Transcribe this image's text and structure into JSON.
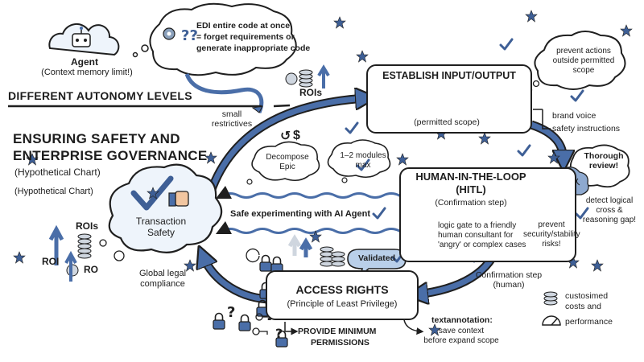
{
  "agent": {
    "label": "Agent",
    "memory_note": "(Context memory limit!)",
    "thought_line1": "EDI entire code at once",
    "thought_line2": "= forget requirements or",
    "thought_line3": "generate inappropriate code"
  },
  "autonomy_label": "DIFFERENT AUTONOMY LEVELS",
  "top_rois": "ROIs",
  "small_restrictives": "small\nrestrictives",
  "dollar": "$",
  "title": {
    "line1": "ENSURING SAFETY AND",
    "line2": "ENTERPRISE GOVERNANCE",
    "sub1": "(Hypothetical Chart)",
    "sub2": "(Hypothetical Chart)"
  },
  "left_metrics": {
    "rois": "ROIs",
    "roi": "ROI",
    "ro": "RO"
  },
  "transaction": {
    "line1": "Transaction",
    "line2": "Safety"
  },
  "global_compliance": "Global legal\ncompliance",
  "bubbles": {
    "decompose": "Decompose\nEpic",
    "modules": "1–2 modules\nmax"
  },
  "safe_experimenting": "Safe experimenting with AI Agent",
  "establish": {
    "title": "ESTABLISH INPUT/OUTPUT",
    "scope": "(permitted scope)",
    "cloud": "prevent actions\noutside permitted\nscope",
    "brand_voice": "brand voice",
    "safety_instructions": "safety instructions"
  },
  "hitl": {
    "title1": "HUMAN-IN-THE-LOOP",
    "title2": "(HITL)",
    "confirm": "(Confirmation step)",
    "logic_gate": "logic gate to a friendly\nhuman consultant for\n'angry' or complex cases",
    "prevent_risks": "prevent\nsecurity/stability\nrisks!",
    "thorough_review": "Thorough\nreview!",
    "detect_gap": "detect logical\ncross &\nreasoning gap!"
  },
  "confirmation_human": "Confirmation step\n(human)",
  "access": {
    "validated": "Validated",
    "title": "ACCESS RIGHTS",
    "sub": "(Principle of Least Privilege)",
    "provide1": "PROVIDE MINIMUM",
    "provide2": "PERMISSIONS"
  },
  "textannotation": {
    "label": "textannotation:",
    "detail": "save context\nbefore expand scope"
  },
  "legend": {
    "costs": "custosimed\ncosts and",
    "performance": "performance"
  },
  "colors": {
    "arrow_blue": "#4a6ea8",
    "star_blue": "#3e5f96",
    "ink": "#1d1d1d",
    "cloud_fill": "#eef4fb"
  }
}
